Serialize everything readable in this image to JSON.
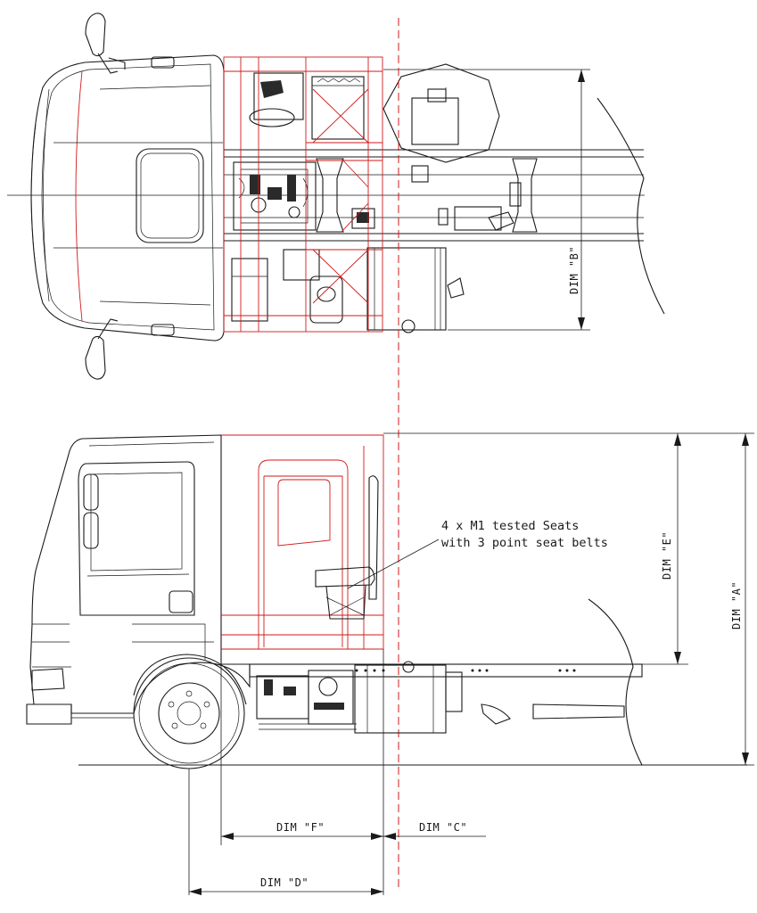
{
  "dimensions": {
    "a": "DIM \"A\"",
    "b": "DIM \"B\"",
    "c": "DIM \"C\"",
    "d": "DIM \"D\"",
    "e": "DIM \"E\"",
    "f": "DIM \"F\""
  },
  "note": {
    "line1": "4 x M1 tested Seats",
    "line2": "with 3 point seat belts"
  },
  "colors": {
    "line": "#1a1a1a",
    "red_extension": "#d11a1a",
    "background": "#ffffff"
  }
}
